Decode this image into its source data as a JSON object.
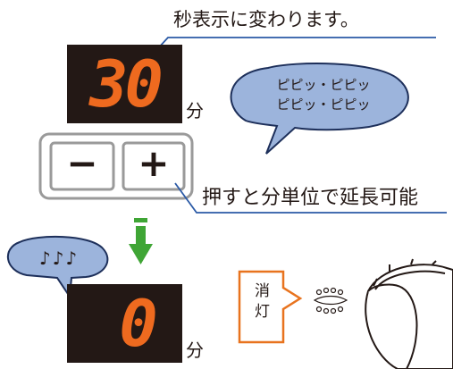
{
  "annotations": {
    "seconds_note": "秒表示に変わります。",
    "extend_note": "押すと分単位で延長可能"
  },
  "display_top": {
    "value": "30",
    "unit": "分"
  },
  "display_bottom": {
    "value": "0",
    "unit": "分"
  },
  "beep_bubble": {
    "line1": "ピピッ・ピピッ",
    "line2": "ピピッ・ピピッ"
  },
  "melody_bubble": {
    "text": "♪♪♪"
  },
  "buttons": {
    "minus": "−",
    "plus": "+"
  },
  "unlit_label": "消灯",
  "colors": {
    "display_bg": "#231815",
    "digit": "#ee6a1f",
    "bubble_fill": "#9cb4dc",
    "bubble_stroke": "#1d2f5a",
    "arrow": "#3fa535",
    "button_frame": "#9a9a9a",
    "leader_line": "#2b5aa6",
    "unlit_box": "#e8731e"
  }
}
